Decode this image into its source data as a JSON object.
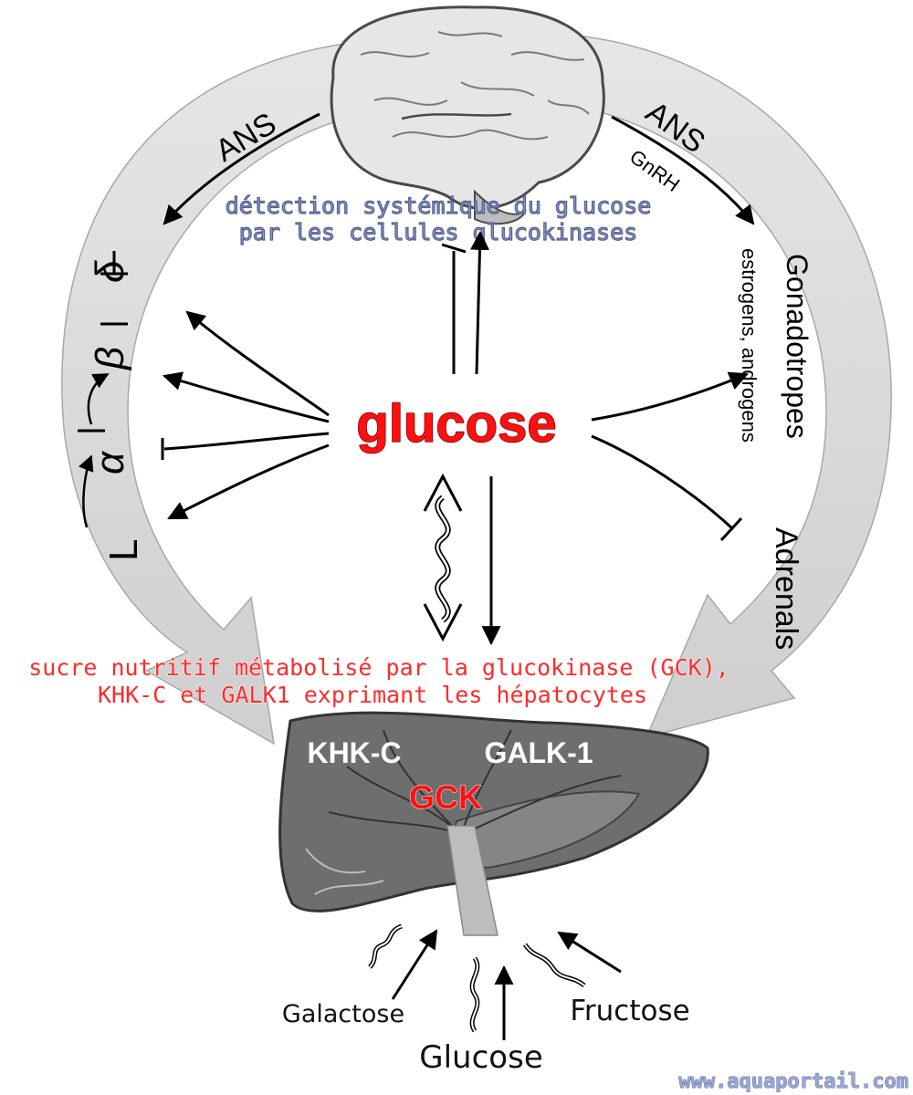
{
  "center": {
    "label": "glucose"
  },
  "brain": {
    "caption_line1": "détection systémique du glucose",
    "caption_line2": "par les cellules glucokinases"
  },
  "left_pathway": {
    "label": "ANS",
    "cells": {
      "L": "L",
      "alpha": "α",
      "beta": "β",
      "delta": "δ"
    }
  },
  "right_pathway": {
    "label": "ANS",
    "sublabel": "GnRH",
    "gonads": "Gonadotropes",
    "hormones": "estrogens, androgens",
    "adrenals": "Adrenals"
  },
  "liver": {
    "caption_line1": "sucre nutritif métabolisé par la glucokinase (GCK),",
    "caption_line2": "KHK-C et GALK1 exprimant les hépatocytes",
    "enzyme_khk": "KHK-C",
    "enzyme_galk": "GALK-1",
    "enzyme_gck": "GCK"
  },
  "sugars": {
    "galactose": "Galactose",
    "glucose": "Glucose",
    "fructose": "Fructose"
  },
  "watermark": "www.aquaportail.com",
  "colors": {
    "accent_red": "#ff2a2a",
    "caption_blue": "#8b9ac8",
    "arrow_gray": "#d6d6d6",
    "liver_gray": "#707070"
  }
}
